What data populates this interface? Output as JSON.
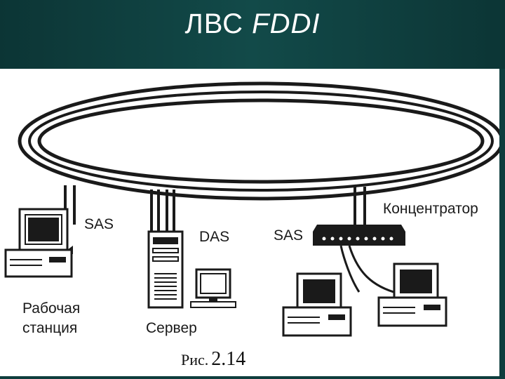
{
  "slide": {
    "title_prefix": "ЛВС ",
    "title_latin": "FDDI"
  },
  "diagram": {
    "labels": {
      "sas_left": "SAS",
      "das": "DAS",
      "sas_right": "SAS",
      "concentrator": "Концентратор",
      "workstation_line1": "Рабочая",
      "workstation_line2": "станция",
      "server": "Сервер"
    },
    "caption_prefix": "Рис.",
    "caption_number": "2.14"
  },
  "colors": {
    "header_bg": "#0e3d3d",
    "panel_bg": "#ffffff",
    "ink": "#1a1a1a",
    "title_text": "#ffffff"
  }
}
